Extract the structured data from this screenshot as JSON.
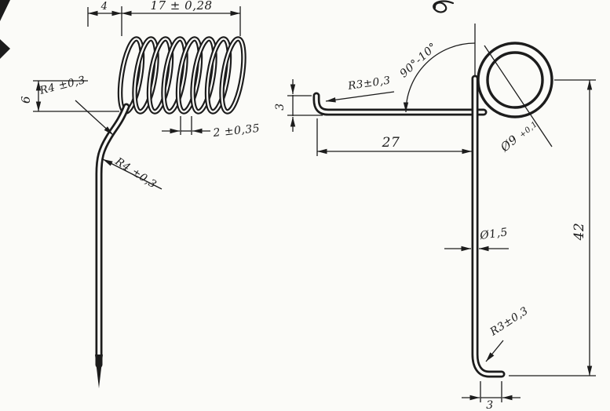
{
  "colors": {
    "ink": "#1c1c1c",
    "paper": "#fbfbf8"
  },
  "drawing": {
    "left_view": {
      "dim_tail": "4",
      "dim_coil_length": "17 ± 0,28",
      "dim_offset_height": "6",
      "radius_upper": "R4 ±0,3",
      "radius_lower": "R4 ±0,3",
      "dim_coil_pitch": "2 ±0,35"
    },
    "right_view": {
      "radius_top": "R3±0,3",
      "angle_spec": "90°-10°",
      "loop_diameter": "Ø9",
      "loop_diameter_tolerance": "+0,1",
      "dim_arm_length": "27",
      "dim_hook_height": "3",
      "wire_diameter": "Ø1,5",
      "dim_leg_length": "42",
      "radius_bottom": "R3±0,3",
      "dim_foot_width": "3"
    }
  }
}
